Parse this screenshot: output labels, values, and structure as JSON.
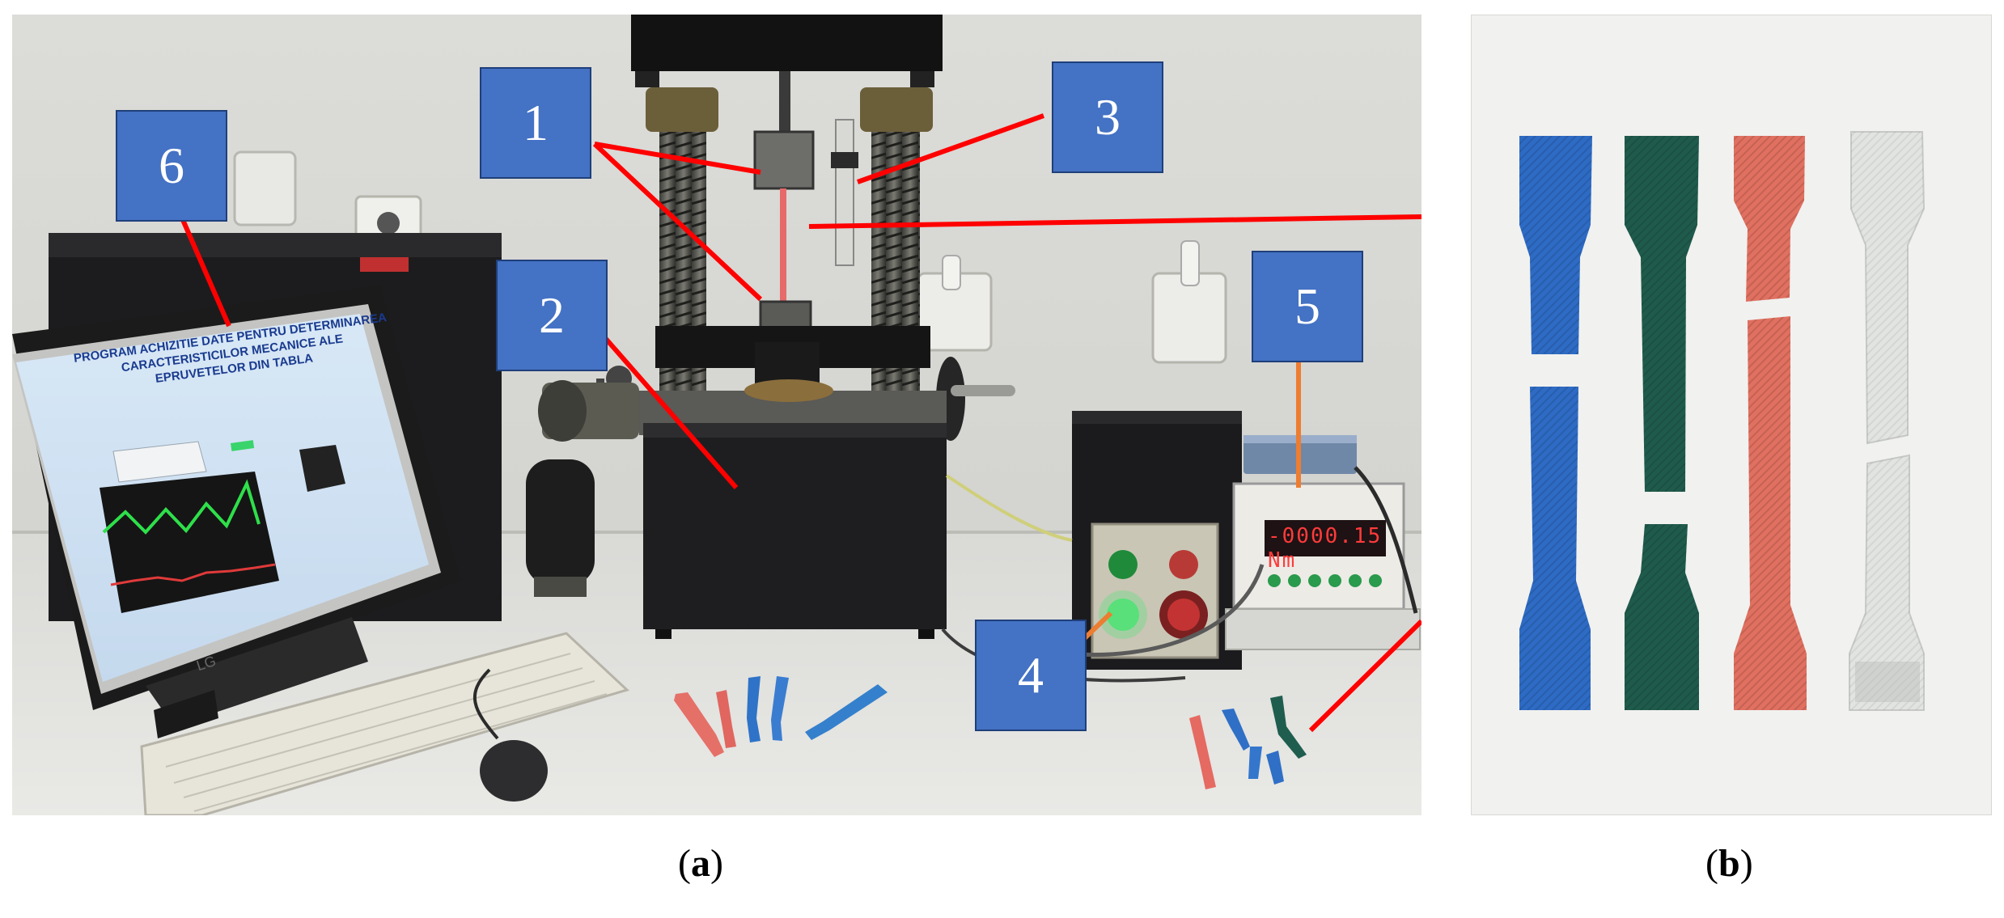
{
  "labels": {
    "l1": "1",
    "l2": "2",
    "l3": "3",
    "l4": "4",
    "l5": "5",
    "l6": "6"
  },
  "captions": {
    "a": "a",
    "b": "b"
  },
  "screen": {
    "program_title_1": "PROGRAM ACHIZITIE DATE PENTRU DETERMINAREA",
    "program_title_2": "CARACTERISTICILOR MECANICE ALE",
    "program_title_3": "EPRUVETELOR DIN TABLA"
  },
  "meter": {
    "display": "-0000.15 Nm"
  },
  "monitor_brand": "LG",
  "colors": {
    "label_fill": "#4472c4",
    "arrow_red": "#ff0000",
    "arrow_orange": "#ed7d31",
    "specimen_blue": "#2e6bc4",
    "specimen_green": "#1f5b4c",
    "specimen_red": "#e07060",
    "specimen_clear": "#e6e8e6"
  }
}
